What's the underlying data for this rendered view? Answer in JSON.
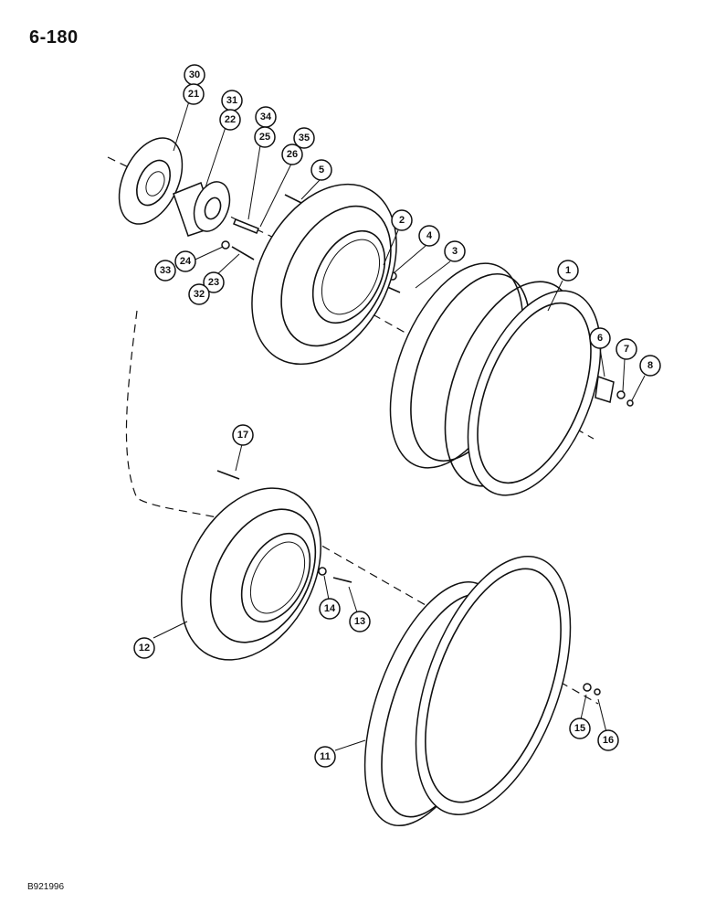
{
  "page_number": "6-180",
  "figure_code": "B921996",
  "callouts": [
    "30",
    "21",
    "31",
    "22",
    "34",
    "25",
    "35",
    "26",
    "5",
    "2",
    "4",
    "3",
    "1",
    "6",
    "7",
    "8",
    "33",
    "24",
    "23",
    "32",
    "17",
    "12",
    "14",
    "13",
    "11",
    "15",
    "16"
  ]
}
